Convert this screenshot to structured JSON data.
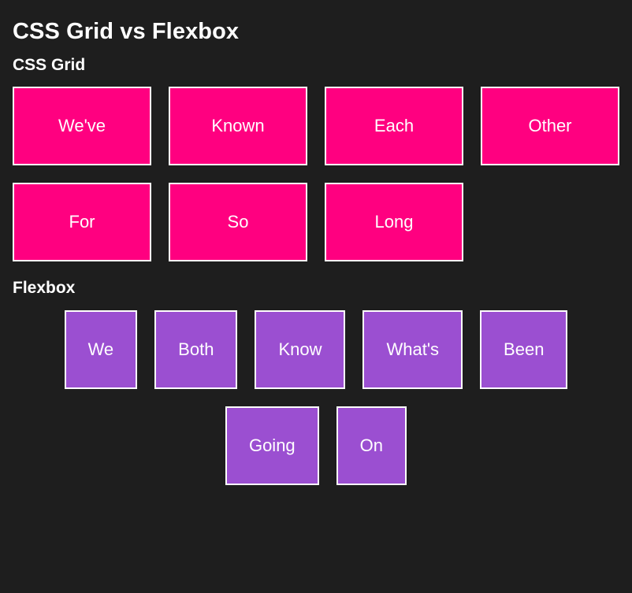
{
  "page": {
    "title": "CSS Grid vs Flexbox",
    "background_color": "#1e1e1e",
    "text_color": "#ffffff"
  },
  "grid_section": {
    "heading": "CSS Grid",
    "item_color": "#ff0080",
    "border_color": "#ffffff",
    "items": [
      {
        "label": "We've"
      },
      {
        "label": "Known"
      },
      {
        "label": "Each"
      },
      {
        "label": "Other"
      },
      {
        "label": "For"
      },
      {
        "label": "So"
      },
      {
        "label": "Long"
      }
    ]
  },
  "flex_section": {
    "heading": "Flexbox",
    "item_color": "#9b4fd1",
    "border_color": "#ffffff",
    "items": [
      {
        "label": "We"
      },
      {
        "label": "Both"
      },
      {
        "label": "Know"
      },
      {
        "label": "What's"
      },
      {
        "label": "Been"
      },
      {
        "label": "Going"
      },
      {
        "label": "On"
      }
    ]
  }
}
